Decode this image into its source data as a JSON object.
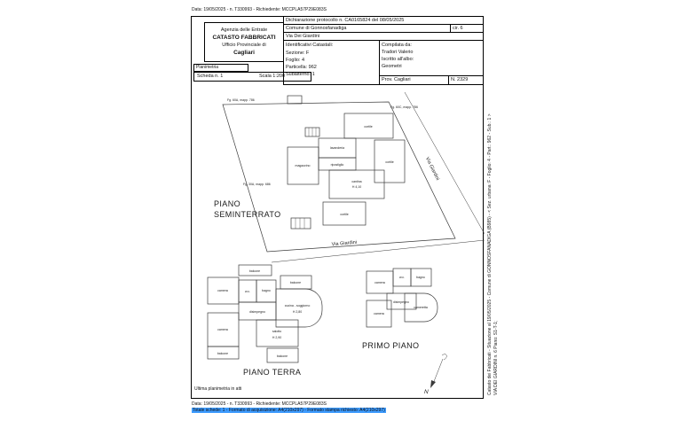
{
  "document": {
    "top_line": "Data: 19/05/2025 - n. T330993 - Richiedente: MCCPLA57P29E083S",
    "footer": {
      "note": "Ultima planimetria in atti",
      "line1": "Data: 19/05/2025 - n. T330993 - Richiedente: MCCPLA57P29E083S",
      "line2": "Totale schede: 1 - Formato di acquisizione: A4(210x297) - Formato stampa richiesto: A4(210x297)",
      "selection_color": "#3d9bff"
    },
    "side_text": {
      "line1": "Catasto dei Fabbricati - Situazione al 19/05/2025 - Comune di GONNOSFANADIGA (B985) - < Sez. urbana: F - Foglio: 4 - Part.: 962 - Sub.: 1 >",
      "line2": "VIA DEI GIARDINI n. 6 Piano: S1-T-1;"
    }
  },
  "header": {
    "agency": {
      "line1": "Agenzia delle Entrate",
      "line2": "CATASTO FABBRICATI",
      "line3": "Ufficio Provinciale di",
      "line4": "Cagliari"
    },
    "protocol": "Dichiarazione protocollo n. CA0165824 del 08/05/2025",
    "comune": "Comune di Gonnosfanadiga",
    "cir": "cir. 6",
    "address": "Via Dei Giardini",
    "catastali": {
      "title": "Identificativi Catastali:",
      "sezione": "Sezione: F",
      "foglio": "Foglio: 4",
      "particella": "Particella: 962",
      "subalterno": "Subalterno: 1"
    },
    "compiler": {
      "label": "Compilata da:",
      "name": "Tradori Valerio",
      "albo_label": "Iscritto all'albo:",
      "albo": "Geometri",
      "prov": "Prov. Cagliari",
      "num": "N. 2329"
    },
    "planimetria": "Planimetria",
    "scheda": "Scheda n. 1",
    "scala": "Scala 1:200"
  },
  "plan": {
    "seminterrato": {
      "title_line1": "PIANO",
      "title_line2": "SEMINTERRATO",
      "mapp_top_left": "Fg. 60A, mapp. 786",
      "mapp_top_right": "Fg. 60C, mapp. 786",
      "mapp_left": "Fg. 30A, mapp. 686",
      "rooms": {
        "cortile_top": "cortile",
        "lavanderia": "lavanderia",
        "magazzino": "magazzino",
        "ripostiglio": "ripostiglio",
        "cantina": "cantina",
        "cantina_height": "H 4,10",
        "cortile_right": "cortile",
        "cortile_bottom": "cortile"
      },
      "street_right": "Via Giardini",
      "street_bottom": "Via Giardini"
    },
    "terra": {
      "title": "PIANO TERRA",
      "rooms": {
        "balcone_top": "balcone",
        "camera_1": "camera",
        "wc": "w.c.",
        "bagno": "bagno",
        "balcone_right": "balcone",
        "cucina": "cucina - soggiorno",
        "cucina_height": "H 2,80",
        "disimpegno": "disimpegno",
        "camera_2": "camera",
        "salotto": "salotto",
        "salotto_height": "H 2,90",
        "balcone_bottom_left": "balcone",
        "balcone_bottom_mid": "balcone"
      }
    },
    "primo": {
      "title": "PRIMO PIANO",
      "rooms": {
        "camera_1": "camera",
        "wc": "w.c.",
        "bagno": "bagno",
        "disimpegno": "disimpegno",
        "camera_2": "camera",
        "cameretta": "cameretta"
      },
      "north": "N"
    }
  }
}
